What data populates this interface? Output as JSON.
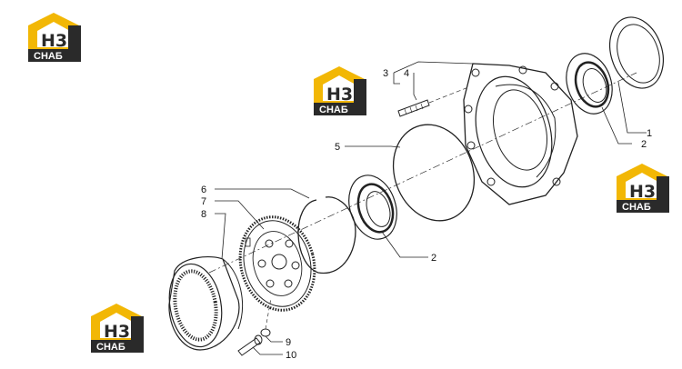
{
  "logo": {
    "mark": "H3",
    "brand": "СНАБ",
    "colors": {
      "gold": "#F2B705",
      "dark": "#2A2A2A",
      "white": "#FFFFFF"
    }
  },
  "callouts": {
    "c1": "1",
    "c2a": "2",
    "c2b": "2",
    "c3": "3",
    "c4": "4",
    "c5": "5",
    "c6": "6",
    "c7": "7",
    "c8": "8",
    "c9": "9",
    "c10": "10"
  },
  "colors": {
    "line": "#222222",
    "background": "#FFFFFF"
  }
}
